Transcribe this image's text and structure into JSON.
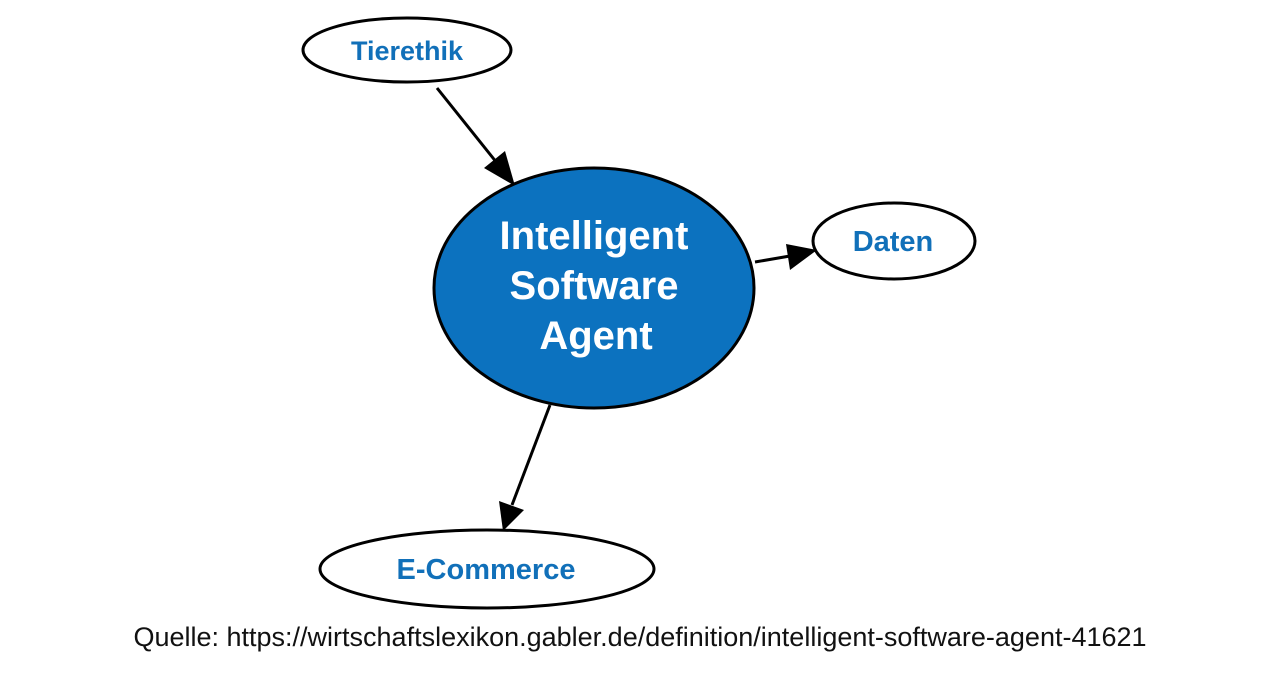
{
  "colors": {
    "center_fill": "#0c72bf",
    "node_text": "#1170b9",
    "stroke": "#000000"
  },
  "nodes": {
    "center": {
      "lines": [
        "Intelligent",
        "Software",
        "Agent"
      ]
    },
    "tierethik": "Tierethik",
    "daten": "Daten",
    "ecommerce": "E-Commerce"
  },
  "edges": [
    {
      "from": "Tierethik",
      "to": "Intelligent Software Agent"
    },
    {
      "from": "Intelligent Software Agent",
      "to": "Daten"
    },
    {
      "from": "Intelligent Software Agent",
      "to": "E-Commerce"
    }
  ],
  "caption": "Quelle: https://wirtschaftslexikon.gabler.de/definition/intelligent-software-agent-41621"
}
